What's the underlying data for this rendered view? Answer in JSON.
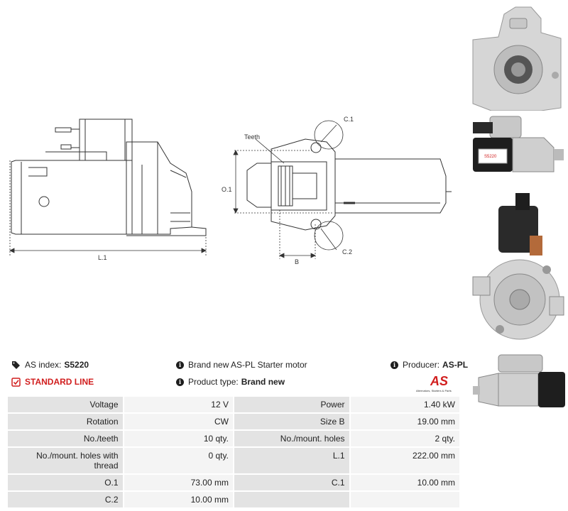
{
  "drawing": {
    "label_l1": "L.1",
    "label_o1": "O.1",
    "label_b": "B",
    "label_c1": "C.1",
    "label_c2": "C.2",
    "label_teeth": "Teeth"
  },
  "photos": {
    "label_sticker": "S5220"
  },
  "info": {
    "as_index_label": "AS index:",
    "as_index_value": "S5220",
    "line_label": "STANDARD LINE",
    "description": "Brand new AS-PL Starter motor",
    "product_type_label": "Product type:",
    "product_type_value": "Brand new",
    "producer_label": "Producer:",
    "producer_value": "AS-PL",
    "logo_text": "AS",
    "logo_tagline": "Alternators, Starters & Parts"
  },
  "specs": [
    {
      "k1": "Voltage",
      "v1": "12 V",
      "k2": "Power",
      "v2": "1.40 kW"
    },
    {
      "k1": "Rotation",
      "v1": "CW",
      "k2": "Size B",
      "v2": "19.00 mm"
    },
    {
      "k1": "No./teeth",
      "v1": "10 qty.",
      "k2": "No./mount. holes",
      "v2": "2 qty."
    },
    {
      "k1": "No./mount. holes with thread",
      "v1": "0 qty.",
      "k2": "L.1",
      "v2": "222.00 mm"
    },
    {
      "k1": "O.1",
      "v1": "73.00 mm",
      "k2": "C.1",
      "v2": "10.00 mm"
    },
    {
      "k1": "C.2",
      "v1": "10.00 mm",
      "k2": "",
      "v2": ""
    }
  ],
  "colors": {
    "accent_red": "#d11e1e",
    "header_cell": "#e3e3e3",
    "value_cell": "#f4f4f4"
  }
}
